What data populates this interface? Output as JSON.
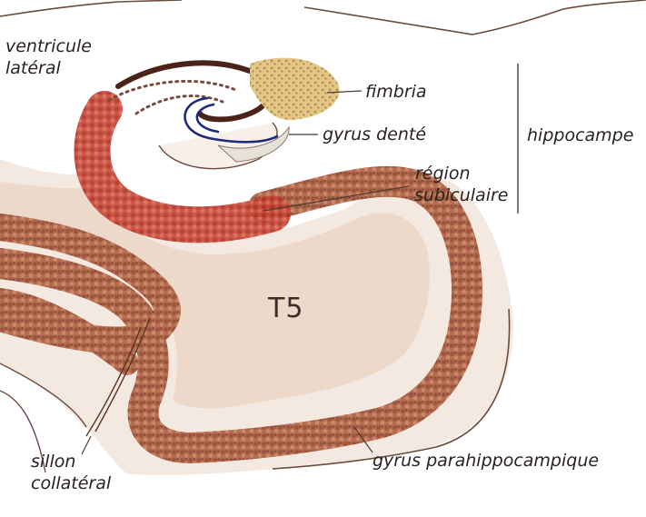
{
  "labels": {
    "ventricle_line1": "ventricule",
    "ventricle_line2": "latéral",
    "fimbria": "fimbria",
    "dentate": "gyrus denté",
    "hippocampus": "hippocampe",
    "subiculum_line1": "région",
    "subiculum_line2": "subiculaire",
    "t5": "T5",
    "parahippocampal": "gyrus parahippocampique",
    "collateral_line1": "sillon",
    "collateral_line2": "collatéral"
  },
  "colors": {
    "tissue": "#f2e6dd",
    "inner_matter": "#ead8c8",
    "cortex_band": "#b9704f",
    "cortex_dark": "#8a4a35",
    "subiculum": "#c2402e",
    "fimbria": "#e3c27c",
    "dentate_outline": "#1f2a7a",
    "outline": "#5a3323"
  }
}
